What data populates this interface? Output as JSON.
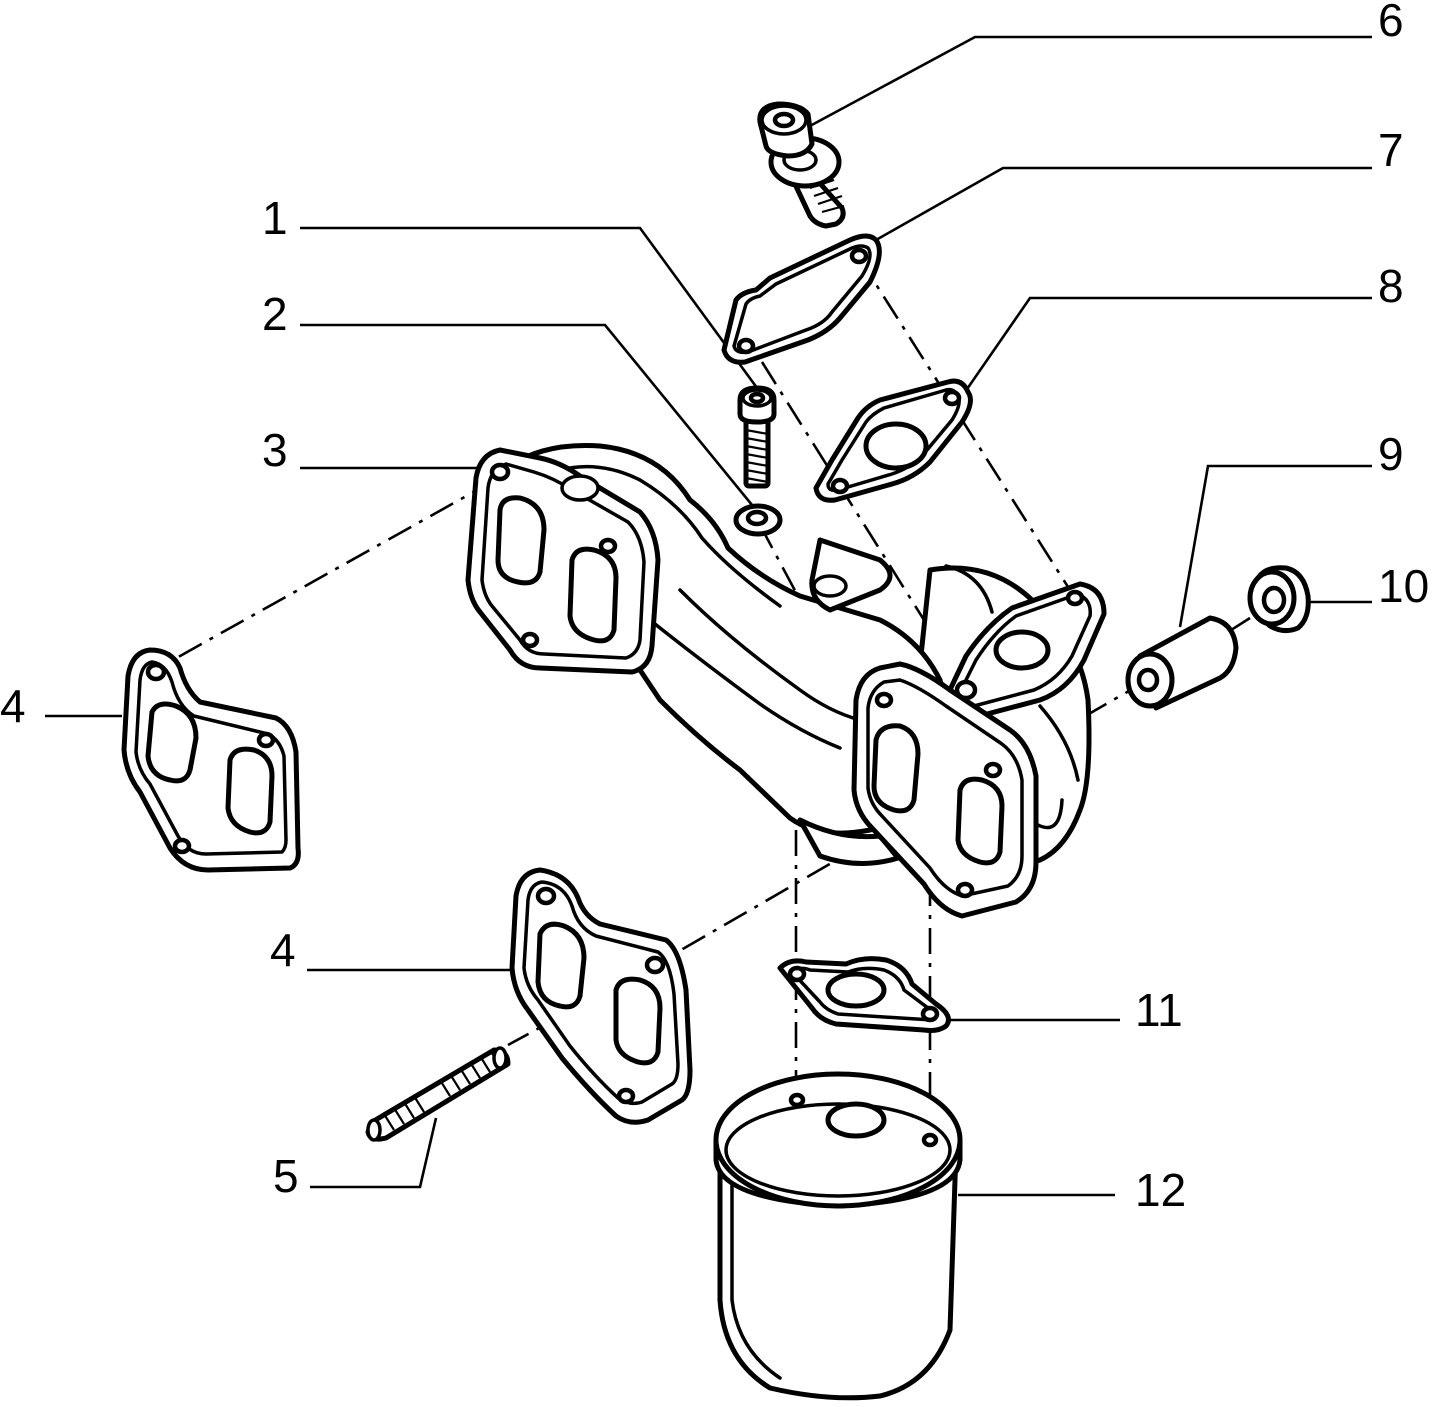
{
  "callouts": [
    {
      "id": "callout-1",
      "label": "1"
    },
    {
      "id": "callout-2",
      "label": "2"
    },
    {
      "id": "callout-3",
      "label": "3"
    },
    {
      "id": "callout-4a",
      "label": "4"
    },
    {
      "id": "callout-4b",
      "label": "4"
    },
    {
      "id": "callout-5",
      "label": "5"
    },
    {
      "id": "callout-6",
      "label": "6"
    },
    {
      "id": "callout-7",
      "label": "7"
    },
    {
      "id": "callout-8",
      "label": "8"
    },
    {
      "id": "callout-9",
      "label": "9"
    },
    {
      "id": "callout-10",
      "label": "10"
    },
    {
      "id": "callout-11",
      "label": "11"
    },
    {
      "id": "callout-12",
      "label": "12"
    }
  ]
}
